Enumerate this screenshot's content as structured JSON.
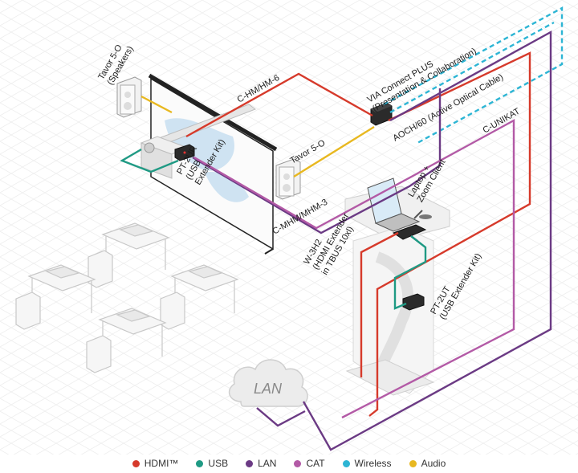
{
  "labels": {
    "tavor_speakers": [
      "Tavor 5-O",
      "(Speakers)"
    ],
    "c_hm": "C-HM/HM-6",
    "via": [
      "VIA Connect PLUS",
      "(Presentation & Collaboration)"
    ],
    "aoch": "AOCH/60 (Active Optical Cable)",
    "c_unikat": "C-UNIKAT",
    "tavor_right": "Tavor 5-O",
    "pt2ur": [
      "PT-2UR",
      "(USB",
      "Extender Kit)"
    ],
    "laptop": [
      "Laptop +",
      "Zoom Client"
    ],
    "c_mhm": "C-MHM/MHM-3",
    "w3h2": [
      "W-3H2",
      "(HDMI Extender",
      "in TBUS 10xl)"
    ],
    "pt2ut": [
      "PT-2UT",
      "(USB Extender Kit)"
    ],
    "lan_cloud": "LAN"
  },
  "legend": [
    {
      "label": "HDMI™",
      "color": "#d63a2b"
    },
    {
      "label": "USB",
      "color": "#1f9a84"
    },
    {
      "label": "LAN",
      "color": "#6b3a84"
    },
    {
      "label": "CAT",
      "color": "#b35aa6"
    },
    {
      "label": "Wireless",
      "color": "#2db5d4"
    },
    {
      "label": "Audio",
      "color": "#e8b820"
    }
  ]
}
